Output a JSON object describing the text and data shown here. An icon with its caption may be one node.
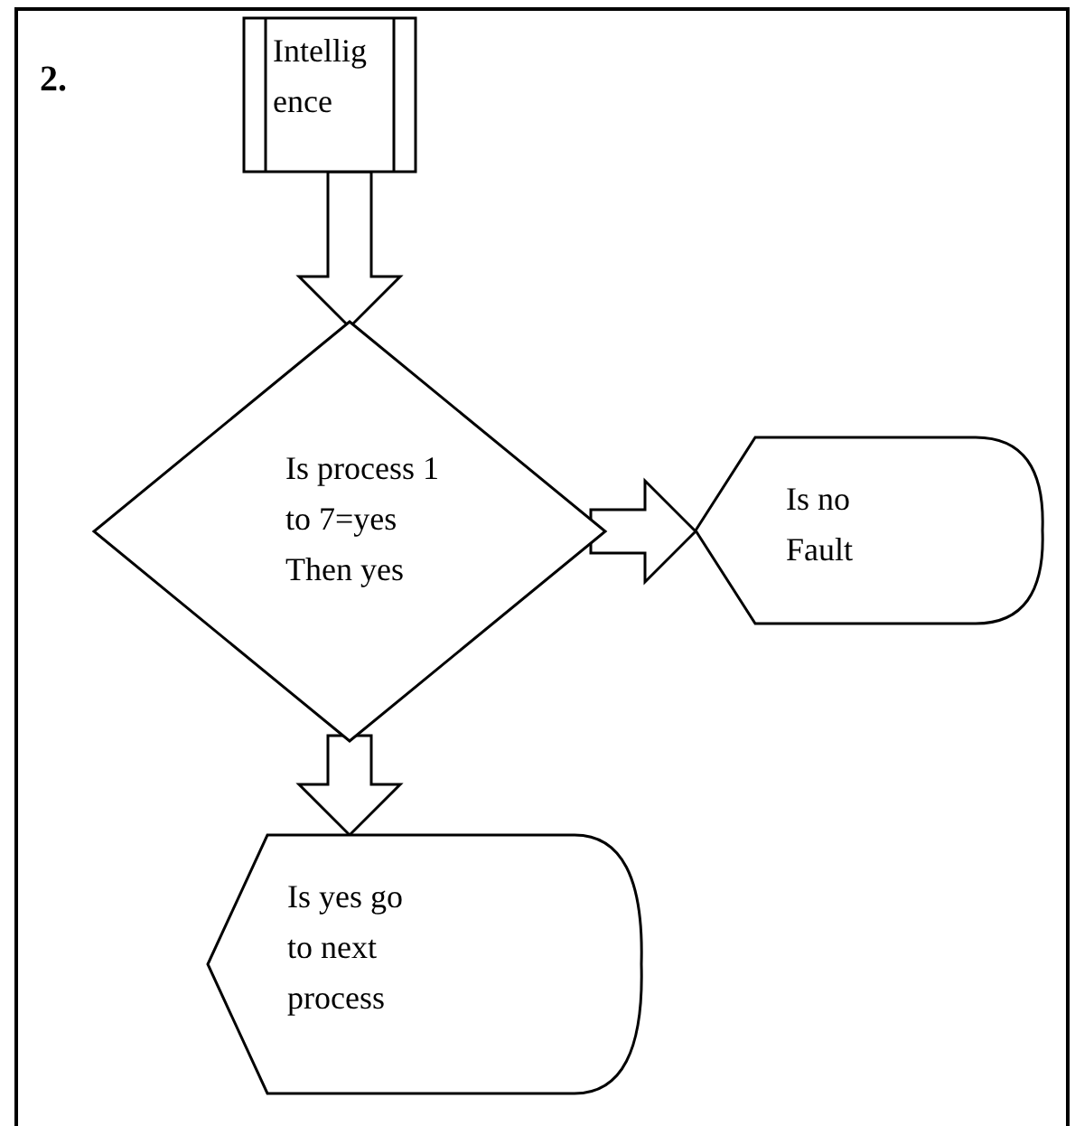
{
  "diagram": {
    "nodes": [
      {
        "text": [
          "Intellig ence"
        ]
      },
      {
        "text": [
          "Is process 1 to 7=yes Then yes"
        ]
      },
      {
        "text": [
          "Is no Fault"
        ]
      },
      {
        "text": [
          "Is yes go to next process"
        ]
      }
    ],
    "edges": [
      {
        "from": 0,
        "to": 1,
        "arrow": "to"
      },
      {
        "from": 1,
        "to": 2,
        "arrow": "to"
      },
      {
        "from": 1,
        "to": 3,
        "arrow": "to"
      }
    ],
    "labels": [
      "2."
    ]
  }
}
